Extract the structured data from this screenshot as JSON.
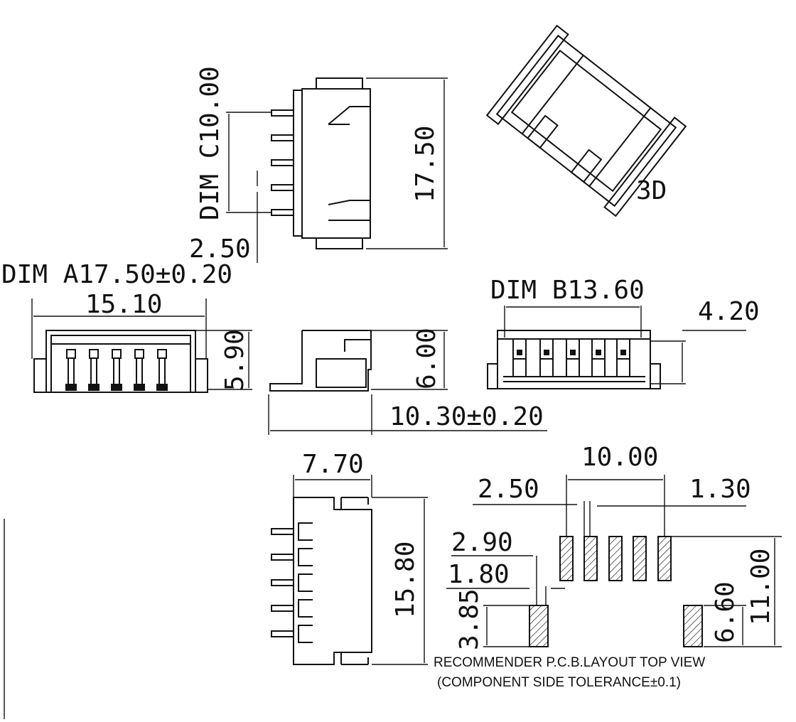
{
  "labels": {
    "dim_c": "DIM C10.00",
    "pitch_top": "2.50",
    "height_top": "17.50",
    "view_3d": "3D",
    "dim_a": "DIM A17.50±0.20",
    "width_front": "15.10",
    "height_front": "5.90",
    "height_side": "6.00",
    "depth_side": "10.30±0.20",
    "dim_b": "DIM B13.60",
    "rear_height": "4.20",
    "width_bottom": "7.70",
    "height_bottom": "15.80",
    "pcb_span": "10.00",
    "pcb_pitch": "2.50",
    "pcb_pad_w": "1.30",
    "pcb_lead_a": "2.90",
    "pcb_lead_b": "1.80",
    "pcb_pad_h": "3.85",
    "pcb_mount": "6.60",
    "pcb_total": "11.00"
  },
  "notes": {
    "line1": "RECOMMENDER P.C.B.LAYOUT TOP VIEW",
    "line2": "(COMPONENT SIDE TOLERANCE±0.1)"
  }
}
